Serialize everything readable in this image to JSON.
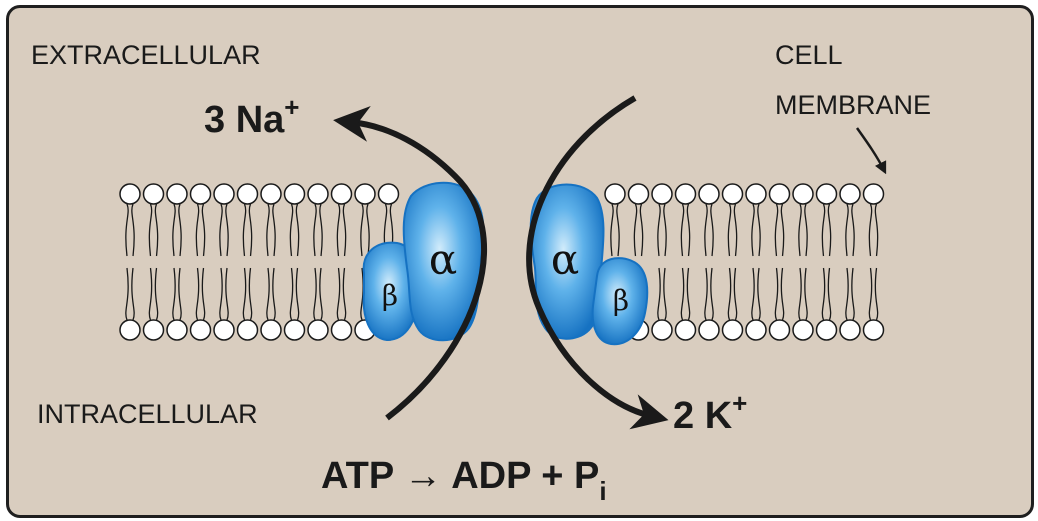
{
  "labels": {
    "extracellular": "EXTRACELLULAR",
    "intracellular": "INTRACELLULAR",
    "cell": "CELL",
    "membrane": "MEMBRANE",
    "sodium_count": "3 Na",
    "sodium_charge": "+",
    "potassium_count": "2 K",
    "potassium_charge": "+",
    "reaction_main": "ATP → ADP + P",
    "reaction_sub": "i",
    "alpha_left": "α",
    "beta_left": "β",
    "alpha_right": "α",
    "beta_right": "β"
  },
  "colors": {
    "background": "#d9cdbf",
    "border": "#1f1f1f",
    "protein_light": "#9fd3f5",
    "protein_mid": "#3d9ee0",
    "protein_dark": "#1672c2",
    "lipid_head": "#ffffff",
    "stroke": "#1a1a1a"
  }
}
